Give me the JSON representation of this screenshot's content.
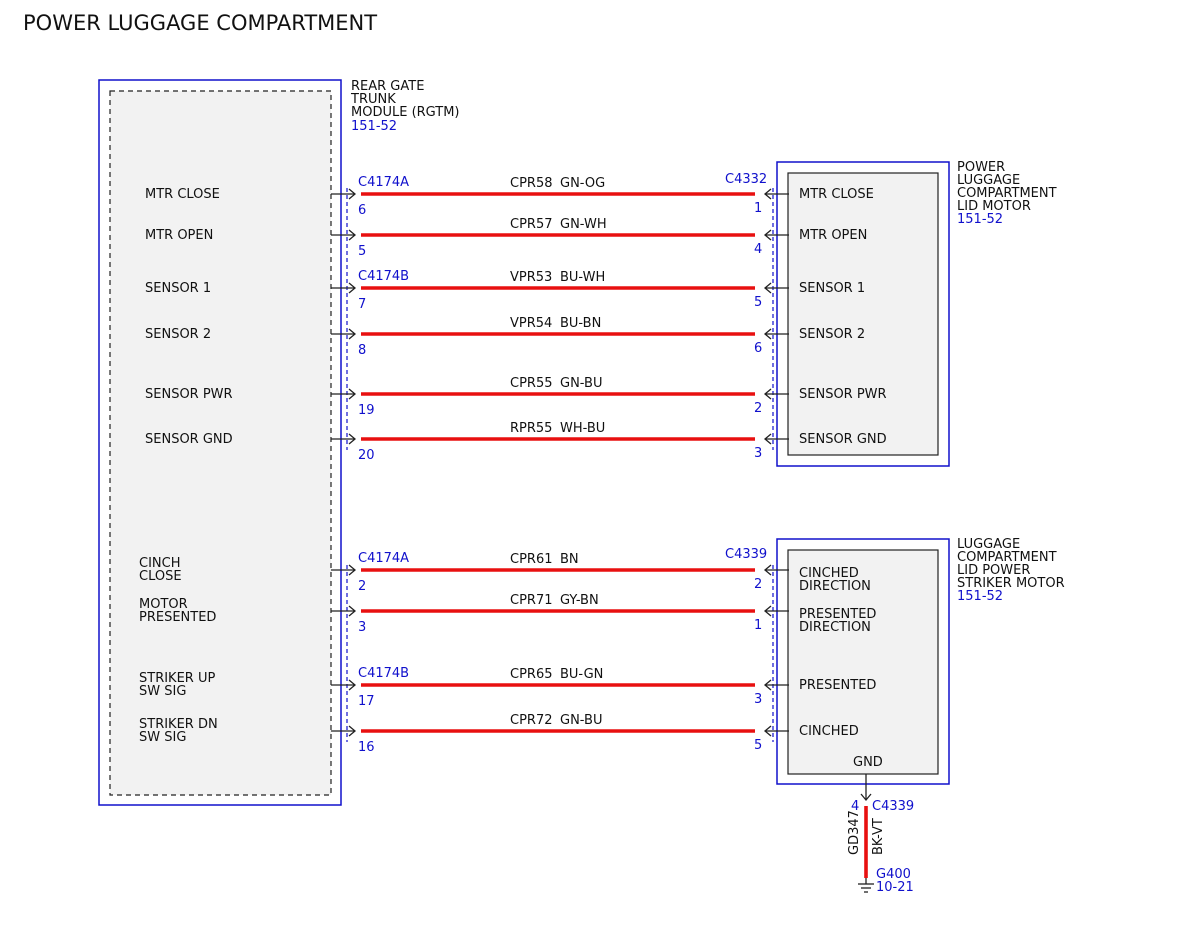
{
  "page": {
    "title": "POWER LUGGAGE COMPARTMENT"
  },
  "colors": {
    "wire": "#e81010",
    "border": "#1010cc",
    "ref": "#1010cc",
    "box_fill": "#f2f2f2",
    "text": "#111111"
  },
  "rgtm": {
    "name_lines": [
      "REAR GATE",
      "TRUNK",
      "MODULE (RGTM)"
    ],
    "ref": "151-52"
  },
  "lid_motor": {
    "name_lines": [
      "POWER",
      "LUGGAGE",
      "COMPARTMENT",
      "LID MOTOR"
    ],
    "ref": "151-52",
    "connector": "C4332"
  },
  "striker_motor": {
    "name_lines": [
      "LUGGAGE",
      "COMPARTMENT",
      "LID POWER",
      "STRIKER MOTOR"
    ],
    "ref": "151-52",
    "connector": "C4339",
    "gnd_label": "GND"
  },
  "circuits": [
    {
      "left_label": [
        "MTR CLOSE"
      ],
      "left_connector": "C4174A",
      "left_pin": "6",
      "circuit": "CPR58",
      "color": "GN-OG",
      "right_pin": "1",
      "right_label": [
        "MTR CLOSE"
      ]
    },
    {
      "left_label": [
        "MTR OPEN"
      ],
      "left_connector": "",
      "left_pin": "5",
      "circuit": "CPR57",
      "color": "GN-WH",
      "right_pin": "4",
      "right_label": [
        "MTR OPEN"
      ]
    },
    {
      "left_label": [
        "SENSOR 1"
      ],
      "left_connector": "C4174B",
      "left_pin": "7",
      "circuit": "VPR53",
      "color": "BU-WH",
      "right_pin": "5",
      "right_label": [
        "SENSOR 1"
      ]
    },
    {
      "left_label": [
        "SENSOR 2"
      ],
      "left_connector": "",
      "left_pin": "8",
      "circuit": "VPR54",
      "color": "BU-BN",
      "right_pin": "6",
      "right_label": [
        "SENSOR 2"
      ]
    },
    {
      "left_label": [
        "SENSOR PWR"
      ],
      "left_connector": "",
      "left_pin": "19",
      "circuit": "CPR55",
      "color": "GN-BU",
      "right_pin": "2",
      "right_label": [
        "SENSOR PWR"
      ]
    },
    {
      "left_label": [
        "SENSOR GND"
      ],
      "left_connector": "",
      "left_pin": "20",
      "circuit": "RPR55",
      "color": "WH-BU",
      "right_pin": "3",
      "right_label": [
        "SENSOR GND"
      ]
    },
    {
      "left_label": [
        "CINCH",
        "CLOSE"
      ],
      "left_connector": "C4174A",
      "left_pin": "2",
      "circuit": "CPR61",
      "color": "BN",
      "right_pin": "2",
      "right_label": [
        "CINCHED",
        "DIRECTION"
      ]
    },
    {
      "left_label": [
        "MOTOR",
        "PRESENTED"
      ],
      "left_connector": "",
      "left_pin": "3",
      "circuit": "CPR71",
      "color": "GY-BN",
      "right_pin": "1",
      "right_label": [
        "PRESENTED",
        "DIRECTION"
      ]
    },
    {
      "left_label": [
        "STRIKER UP",
        "SW SIG"
      ],
      "left_connector": "C4174B",
      "left_pin": "17",
      "circuit": "CPR65",
      "color": "BU-GN",
      "right_pin": "3",
      "right_label": [
        "PRESENTED"
      ]
    },
    {
      "left_label": [
        "STRIKER DN",
        "SW SIG"
      ],
      "left_connector": "",
      "left_pin": "16",
      "circuit": "CPR72",
      "color": "GN-BU",
      "right_pin": "5",
      "right_label": [
        "CINCHED"
      ]
    }
  ],
  "ground": {
    "pin": "4",
    "connector": "C4339",
    "circuit": "GD347",
    "color": "BK-VT",
    "ground_id": "G400",
    "ref": "10-21"
  }
}
